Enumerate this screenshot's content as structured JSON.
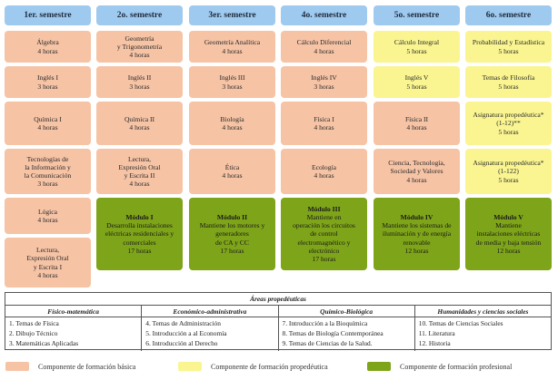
{
  "headers": [
    "1er. semestre",
    "2o. semestre",
    "3er. semestre",
    "4o. semestre",
    "5o. semestre",
    "6o. semestre"
  ],
  "row1": [
    {
      "lines": [
        "Álgebra",
        "4 horas"
      ]
    },
    {
      "lines": [
        "Geometría",
        "y Trigonometría",
        "4 horas"
      ]
    },
    {
      "lines": [
        "Geometría Analítica",
        "4 horas"
      ]
    },
    {
      "lines": [
        "Cálculo Diferencial",
        "4 horas"
      ]
    },
    {
      "lines": [
        "Cálculo Integral",
        "5 horas"
      ]
    },
    {
      "lines": [
        "Probabilidad y Estadística",
        "5 horas"
      ]
    }
  ],
  "row2": [
    {
      "lines": [
        "Inglés I",
        "3 horas"
      ]
    },
    {
      "lines": [
        "Inglés II",
        "3 horas"
      ]
    },
    {
      "lines": [
        "Inglés III",
        "3 horas"
      ]
    },
    {
      "lines": [
        "Inglés IV",
        "3 horas"
      ]
    },
    {
      "lines": [
        "Inglés V",
        "5 horas"
      ]
    },
    {
      "lines": [
        "Temas de Filosofía",
        "5 horas"
      ]
    }
  ],
  "row3": [
    {
      "lines": [
        "Química I",
        "4 horas"
      ]
    },
    {
      "lines": [
        "Química II",
        "4 horas"
      ]
    },
    {
      "lines": [
        "Biología",
        "4 horas"
      ]
    },
    {
      "lines": [
        "Física I",
        "4 horas"
      ]
    },
    {
      "lines": [
        "Física II",
        "4 horas"
      ]
    },
    {
      "lines": [
        "Asignatura propedéutica*",
        "(1-12)**",
        "5 horas"
      ]
    }
  ],
  "row4": [
    {
      "lines": [
        "Tecnologías de",
        "la Información y",
        "la Comunicación",
        "3 horas"
      ]
    },
    {
      "lines": [
        "Lectura,",
        "Expresión Oral",
        "y Escrita II",
        "4 horas"
      ]
    },
    {
      "lines": [
        "Ética",
        "4 horas"
      ]
    },
    {
      "lines": [
        "Ecología",
        "4 horas"
      ]
    },
    {
      "lines": [
        "Ciencia, Tecnología,",
        "Sociedad y Valores",
        "4 horas"
      ]
    },
    {
      "lines": [
        "Asignatura propedéutica*",
        "(1-122)",
        "5 horas"
      ]
    }
  ],
  "col1_lower": [
    {
      "lines": [
        "Lógica",
        "4 horas"
      ]
    },
    {
      "lines": [
        "Lectura,",
        "Expresión Oral",
        "y Escrita I",
        "4 horas"
      ]
    }
  ],
  "modules": [
    {
      "title": "Módulo I",
      "lines": [
        "Desarrolla instalaciones",
        "eléctricas residenciales y",
        "comerciales",
        "17 horas"
      ]
    },
    {
      "title": "Módulo II",
      "lines": [
        "Mantiene los motores y",
        "generadores",
        "de CA y CC",
        "17 horas"
      ]
    },
    {
      "title": "Módulo III",
      "lines": [
        "Mantiene en",
        "operación los circuitos",
        "de control",
        "electromagnético y",
        "electrónico",
        "17 horas"
      ]
    },
    {
      "title": "Módulo IV",
      "lines": [
        "Mantiene los sistemas de",
        "iluminación y de energía",
        "renovable",
        "12 horas"
      ]
    },
    {
      "title": "Módulo V",
      "lines": [
        "Mantiene",
        "instalaciones eléctricas",
        "de media y baja tensión",
        "12 horas"
      ]
    }
  ],
  "areas": {
    "title": "Áreas propedéuticas",
    "columns": [
      {
        "heading": "Físico-matemática",
        "items": [
          "1. Temas de Física",
          "2. Dibujo Técnico",
          "3. Matemáticas Aplicadas"
        ]
      },
      {
        "heading": "Económico-administrativa",
        "items": [
          "4. Temas de Administración",
          "5. Introducción a al Economía",
          "6. Introducción al Derecho"
        ]
      },
      {
        "heading": "Químico-Biológica",
        "items": [
          "7. Introducción a la Bioquímica",
          "8. Temas de Biología Contemporánea",
          "9. Temas de Ciencias de la Salud."
        ]
      },
      {
        "heading": "Humanidades y ciencias sociales",
        "items": [
          "10. Temas de Ciencias Sociales",
          "11. Literatura",
          "12. Historia"
        ]
      }
    ]
  },
  "legend": [
    {
      "label": "Componente de formación básica",
      "color": "#f6c3a5"
    },
    {
      "label": "Componente de formación propedéutica",
      "color": "#faf590"
    },
    {
      "label": "Componente de formación profesional",
      "color": "#7ea419"
    }
  ],
  "colors": {
    "header": "#9fcaf0",
    "basic": "#f6c3a5",
    "propedeutic": "#faf590",
    "professional": "#7ea419"
  }
}
